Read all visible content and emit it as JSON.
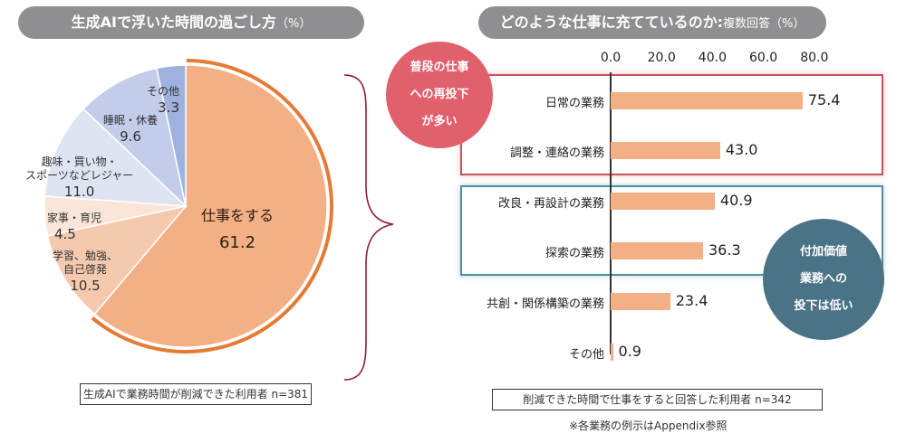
{
  "left_panel": {
    "title": "生成AIで浮いた時間の過ごし方",
    "title_unit": "（%）",
    "note": "生成AIで業務時間が削減できた利用者 n=381"
  },
  "right_panel": {
    "title": "どのような仕事に充てているのか:",
    "title_sub": "複数回答（%）",
    "note": "削減できた時間で仕事をすると回答した利用者 n=342",
    "footnote": "※各業務の例示はAppendix参照",
    "callout_high": [
      "普段の仕事",
      "への再投下",
      "が多い"
    ],
    "callout_low": [
      "付加価値",
      "業務への",
      "投下は低い"
    ]
  },
  "colors": {
    "pill": "#8f8f91",
    "work_slice": "#f2b084",
    "work_ring": "#e57a35",
    "bar": "#f2b084",
    "red_group": "#c9505e",
    "blue_group": "#4d8fa3",
    "callout_red": "#e0606c",
    "callout_teal": "#4b7386"
  },
  "chart_data": [
    {
      "type": "pie",
      "title": "生成AIで浮いた時間の過ごし方（%）",
      "start": "12 o'clock, clockwise",
      "labels": [
        "仕事をする",
        "学習、勉強、自己啓発",
        "家事・育児",
        "趣味・買い物・スポーツなどレジャー",
        "睡眠・休養",
        "その他"
      ],
      "values": [
        61.2,
        10.5,
        4.5,
        11.0,
        9.6,
        3.3
      ],
      "colors": [
        "#f2b084",
        "#f5c9ad",
        "#fae5d8",
        "#dfe4f3",
        "#c3cdea",
        "#9fb1de"
      ],
      "annotation": "生成AIで業務時間が削減できた利用者 n=381"
    },
    {
      "type": "bar",
      "orientation": "horizontal",
      "title": "どのような仕事に充てているのか: 複数回答（%）",
      "categories": [
        "日常の業務",
        "調整・連絡の業務",
        "改良・再設計の業務",
        "探索の業務",
        "共創・関係構築の業務",
        "その他"
      ],
      "values": [
        75.4,
        43.0,
        40.9,
        36.3,
        23.4,
        0.9
      ],
      "xticks": [
        "0.0",
        "20.0",
        "40.0",
        "60.0",
        "80.0"
      ],
      "xlim": [
        0,
        80
      ],
      "groups": [
        {
          "name": "普段の仕事への再投下が多い",
          "categories": [
            "日常の業務",
            "調整・連絡の業務"
          ],
          "color": "#c9505e"
        },
        {
          "name": "付加価値業務への投下は低い",
          "categories": [
            "改良・再設計の業務",
            "探索の業務"
          ],
          "color": "#4d8fa3"
        }
      ],
      "annotation": "削減できた時間で仕事をすると回答した利用者 n=342",
      "grid": false
    }
  ]
}
